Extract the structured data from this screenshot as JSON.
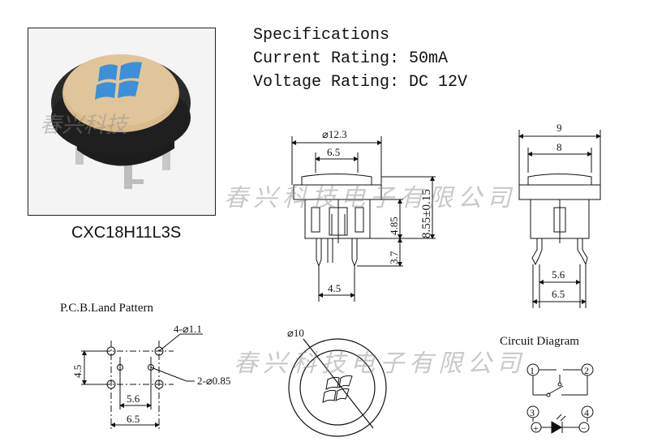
{
  "product": {
    "model": "CXC18H11L3S",
    "photo_watermark": "春兴科技"
  },
  "specs": {
    "title": "Specifications",
    "current": "Current Rating: 50mA",
    "voltage": "Voltage Rating: DC 12V"
  },
  "front_view": {
    "dim_outer": "⌀12.3",
    "dim_cap": "6.5",
    "dim_body_h": "4.85",
    "dim_total_h": "8.55±0.15",
    "dim_pin_len": "3.7",
    "dim_pin_span": "4.5"
  },
  "side_view": {
    "dim_top": "9",
    "dim_inner": "8",
    "dim_pins_inner": "5.6",
    "dim_pins_outer": "6.5"
  },
  "pcb": {
    "title": "P.C.B.Land Pattern",
    "holes_large": "4-⌀1.1",
    "holes_small": "2-⌀0.85",
    "dim_h": "4.5",
    "dim_w_inner": "5.6",
    "dim_w_outer": "6.5"
  },
  "top_view": {
    "dim_diam": "⌀10"
  },
  "circuit": {
    "title": "Circuit Diagram",
    "pin1": "1",
    "pin2": "2",
    "pin3": "3",
    "pin4": "4",
    "plus": "+",
    "minus": "−"
  },
  "watermark": {
    "text": "春兴科技电子有限公司"
  },
  "colors": {
    "cap": "#d8b98a",
    "logo": "#3d8fd8",
    "body": "#262626",
    "line": "#111111"
  }
}
